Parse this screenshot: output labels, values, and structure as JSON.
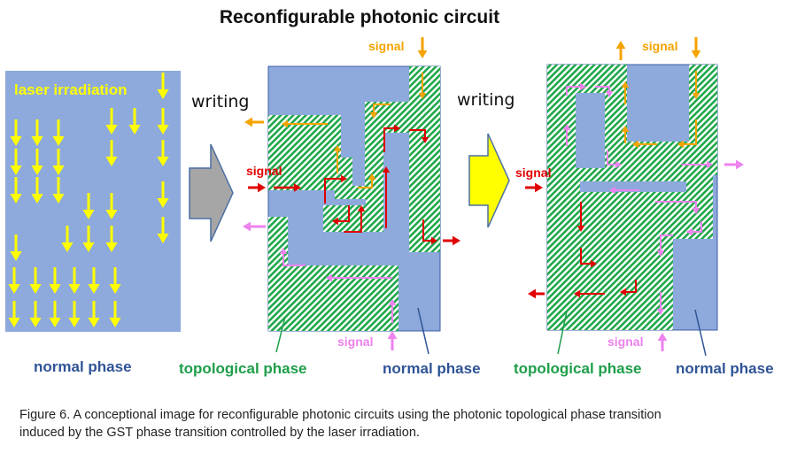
{
  "title": "Reconfigurable  photonic circuit",
  "labels": {
    "laser_irradiation": "laser irradiation",
    "writing_1": "writing",
    "writing_2": "writing",
    "signal_p1_top": "signal",
    "signal_p1_left": "signal",
    "signal_p1_bottom": "signal",
    "signal_p2_top": "signal",
    "signal_p2_left": "signal",
    "signal_p2_bottom": "signal",
    "normal_phase_1": "normal phase",
    "topological_phase_1": "topological phase",
    "normal_phase_2": "normal phase",
    "topological_phase_2": "topological phase",
    "normal_phase_3": "normal phase"
  },
  "caption": {
    "line1": "Figure 6. A conceptional image for reconfigurable photonic circuits using the photonic topological phase transition",
    "line2": "induced by the GST phase transition controlled by the laser irradiation."
  },
  "colors": {
    "normal_phase": "#8ea9db",
    "topological_green": "#1fa84a",
    "laser_arrow": "#ffff00",
    "signal_red": "#e00000",
    "signal_orange": "#f5a300",
    "signal_pink": "#ee82ee",
    "writing_arrow_1": "#a6a6a6",
    "writing_arrow_2": "#ffff00",
    "label_blue": "#2f5496",
    "label_green": "#1e9e4a"
  }
}
